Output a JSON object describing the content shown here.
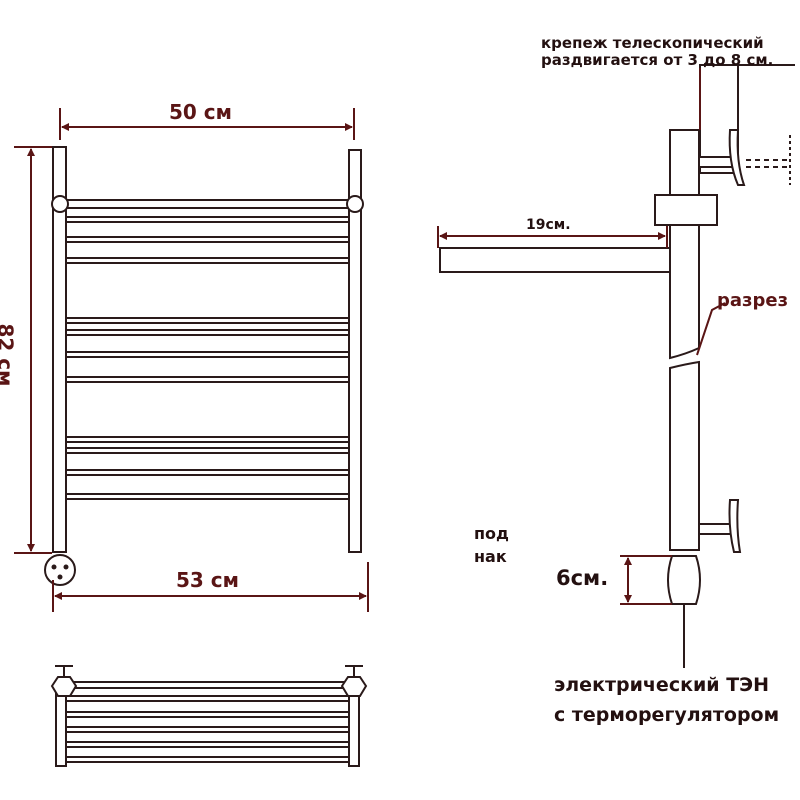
{
  "front_view": {
    "width_top": "50 см",
    "height": "82 см",
    "width_bottom": "53 см"
  },
  "side_view": {
    "mount_note_line1": "крепеж телескопический",
    "mount_note_line2": "раздвигается от 3 до 8 см.",
    "bar_depth": "19см.",
    "section_label": "разрез",
    "under_label_line1": "под",
    "under_label_line2": "нак",
    "heater_offset": "6см.",
    "heater_line1": "электрический  ТЭН",
    "heater_line2": "с терморегулятором"
  },
  "colors": {
    "outline": "#2a1a1a",
    "dimension": "#5a1515",
    "text": "#231010"
  }
}
